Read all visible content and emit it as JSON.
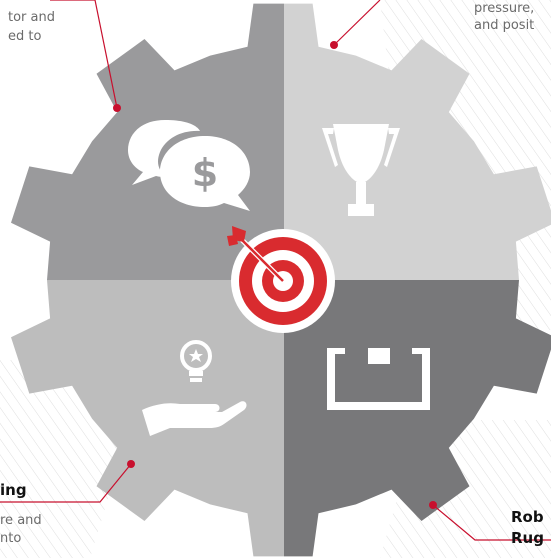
{
  "colors": {
    "q_top_left": "#9a9a9c",
    "q_top_right": "#d2d2d2",
    "q_bottom_left": "#bdbdbd",
    "q_bottom_right": "#78787a",
    "accent_red": "#d92b2f",
    "line_red": "#c8102e",
    "icon": "#ffffff",
    "hatch": "#d6d6d6"
  },
  "callouts": {
    "top_left": {
      "line1": "tor and",
      "line2": "ed to"
    },
    "top_right": {
      "line1": "pressure,",
      "line2": "and posit"
    },
    "bottom_left": {
      "title": "ing",
      "line1": "re and",
      "line2": "nto"
    },
    "bottom_right": {
      "title1": "Rob",
      "title2": "Rug"
    }
  },
  "icons": [
    "dollar-chat-icon",
    "trophy-icon",
    "target-icon",
    "lightbulb-hand-icon",
    "box-icon"
  ]
}
